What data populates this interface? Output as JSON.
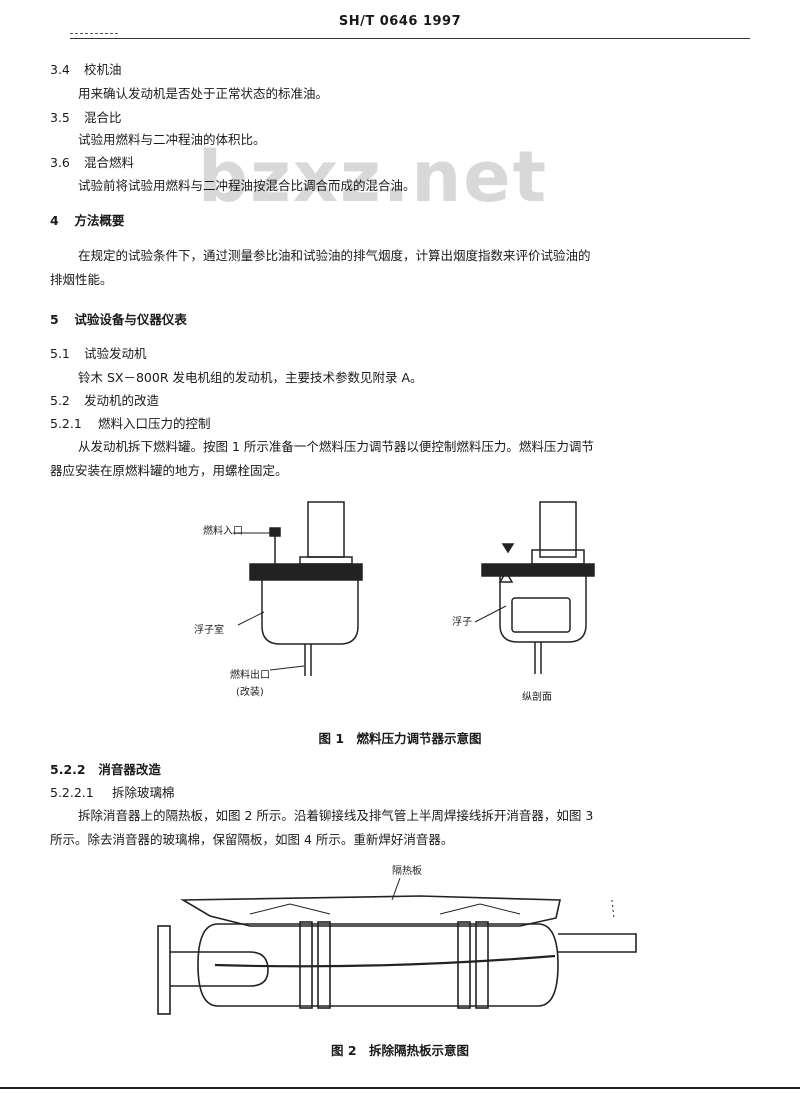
{
  "header": {
    "code": "SH/T 0646 1997"
  },
  "watermark": "bzxz.net",
  "s3_4": {
    "num": "3.4",
    "title": "校机油",
    "body": "用来确认发动机是否处于正常状态的标准油。"
  },
  "s3_5": {
    "num": "3.5",
    "title": "混合比",
    "body": "试验用燃料与二冲程油的体积比。"
  },
  "s3_6": {
    "num": "3.6",
    "title": "混合燃料",
    "body": "试验前将试验用燃料与二冲程油按混合比调合而成的混合油。"
  },
  "s4": {
    "num": "4",
    "title": "方法概要",
    "body1": "在规定的试验条件下，通过测量参比油和试验油的排气烟度，计算出烟度指数来评价试验油的",
    "body2": "排烟性能。"
  },
  "s5": {
    "num": "5",
    "title": "试验设备与仪器仪表"
  },
  "s5_1": {
    "num": "5.1",
    "title": "试验发动机",
    "body": "铃木 SX－800R 发电机组的发动机，主要技术参数见附录 A。"
  },
  "s5_2": {
    "num": "5.2",
    "title": "发动机的改造"
  },
  "s5_2_1": {
    "num": "5.2.1",
    "title": "燃料入口压力的控制",
    "body1": "从发动机拆下燃料罐。按图 1 所示准备一个燃料压力调节器以便控制燃料压力。燃料压力调节",
    "body2": "器应安装在原燃料罐的地方，用螺栓固定。"
  },
  "fig1": {
    "label_inlet": "燃料入口",
    "label_float_cover": "浮子室",
    "label_outlet_1": "燃料出口",
    "label_outlet_2": "(改装)",
    "label_float": "浮子",
    "label_section": "纵剖面",
    "caption": "图 1　燃料压力调节器示意图"
  },
  "s5_2_2": {
    "num": "5.2.2",
    "title": "消音器改造"
  },
  "s5_2_2_1": {
    "num": "5.2.2.1",
    "title": "拆除玻璃棉",
    "body1": "拆除消音器上的隔热板，如图 2 所示。沿着铆接线及排气管上半周焊接线拆开消音器，如图 3",
    "body2": "所示。除去消音器的玻璃棉，保留隔板，如图 4 所示。重新焊好消音器。"
  },
  "fig2": {
    "label_shield": "隔热板",
    "caption": "图 2　拆除隔热板示意图"
  }
}
